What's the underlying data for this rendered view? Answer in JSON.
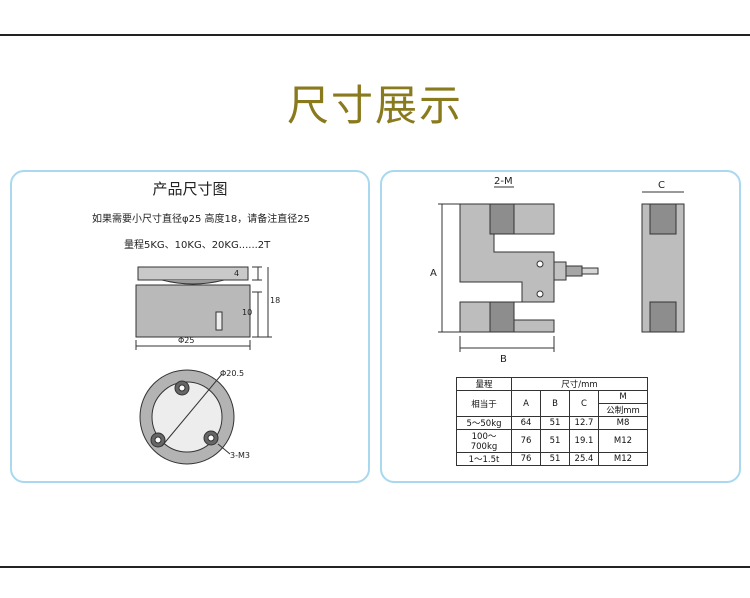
{
  "heading": "尺寸展示",
  "left_panel": {
    "title": "产品尺寸图",
    "note_line1": "如果需要小尺寸直径φ25 高度18，请备注直径25",
    "note_line2": "量程5KG、10KG、20KG......2T",
    "dims": {
      "top_height": "4",
      "total_height": "18",
      "body_height": "10",
      "diameter": "Φ25",
      "bolt_circle": "Φ20.5",
      "holes": "3-M3"
    }
  },
  "right_panel": {
    "dims": {
      "thread": "2-M",
      "a": "A",
      "b": "B",
      "c": "C"
    },
    "table": {
      "range_header": "量程",
      "size_header": "尺寸/mm",
      "equiv_label": "相当于",
      "col_a": "A",
      "col_b": "B",
      "col_c": "C",
      "col_m": "M",
      "metric_label": "公制mm",
      "rows": [
        {
          "range": "5～50kg",
          "a": "64",
          "b": "51",
          "c": "12.7",
          "m": "M8"
        },
        {
          "range": "100～700kg",
          "a": "76",
          "b": "51",
          "c": "19.1",
          "m": "M12"
        },
        {
          "range": "1～1.5t",
          "a": "76",
          "b": "51",
          "c": "25.4",
          "m": "M12"
        }
      ]
    }
  }
}
